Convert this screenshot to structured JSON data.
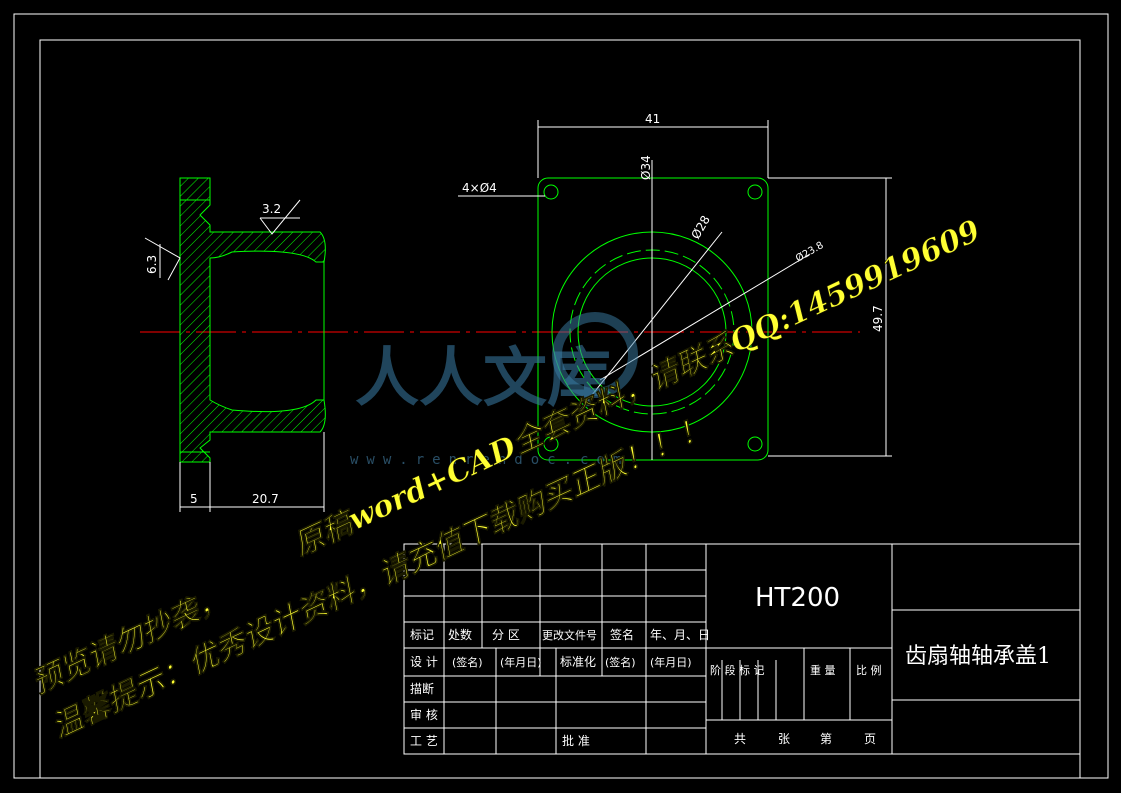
{
  "drawing": {
    "dimensions": {
      "width_41": "41",
      "hole_callout": "4×Ø4",
      "dia_34": "Ø34",
      "dia_28": "Ø28",
      "dia_small": "Ø23.8",
      "height_49_7": "49.7",
      "len_5": "5",
      "len_20_7": "20.7",
      "rough_3_2": "3.2",
      "rough_6_3": "6.3"
    }
  },
  "title_block": {
    "material": "HT200",
    "part_name": "齿扇轴轴承盖1",
    "rev_headers": [
      "标记",
      "处数",
      "分 区",
      "更改文件号",
      "签名",
      "年、月、日"
    ],
    "design": "设 计",
    "sign1": "(签名)",
    "date1": "(年月日)",
    "standardize": "标准化",
    "sign2": "(签名)",
    "date2": "(年月日)",
    "draft": "描断",
    "review": "审 核",
    "process": "工 艺",
    "approve": "批 准",
    "stage_label": "阶 段 标 记",
    "weight_label": "重 量",
    "scale_label": "比 例",
    "total_label": "共",
    "sheets_label": "张",
    "page_label": "第",
    "page_suffix": "页"
  },
  "watermark": {
    "line1": "原稿word+CAD全套资料，请联系QQ:1459919609",
    "line1_prefix": "预览请勿抄袭，",
    "line2": "温馨提示：优秀设计资料，请充值下载购买正版！！！",
    "logo_text": "人人文库",
    "logo_url": "www.renrendoc.com"
  },
  "colors": {
    "background": "#000000",
    "line": "#ffffff",
    "geometry": "#00ff00",
    "centerline": "#ff0000",
    "watermark": "#ffff33"
  }
}
